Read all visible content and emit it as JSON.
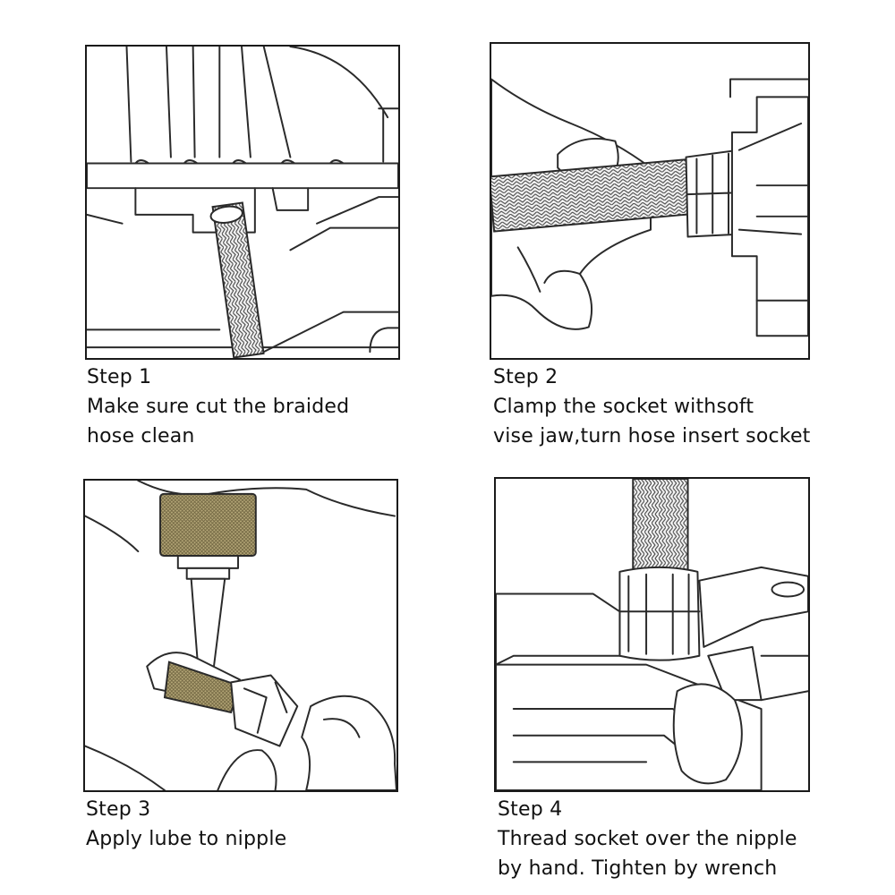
{
  "steps": [
    {
      "title": "Step 1",
      "line1": "Make sure cut the braided",
      "line2": "hose clean"
    },
    {
      "title": "Step 2",
      "line1": "Clamp the socket withsoft",
      "line2": "vise jaw,turn hose insert socket"
    },
    {
      "title": "Step 3",
      "line1": "Apply lube to nipple",
      "line2": ""
    },
    {
      "title": "Step 4",
      "line1": "Thread socket over the nipple",
      "line2": "by hand. Tighten by wrench"
    }
  ],
  "colors": {
    "line": "#2a2a2a",
    "border": "#1a1a1a",
    "text": "#111111",
    "bottle": "#a8986a"
  }
}
